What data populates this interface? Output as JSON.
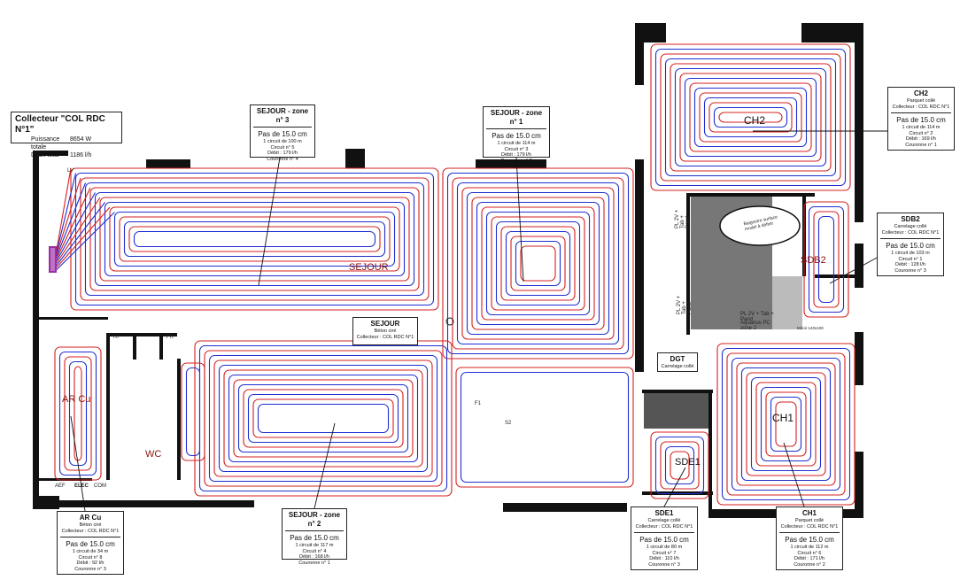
{
  "collector": {
    "title": "Collecteur \"COL RDC N°1\"",
    "power_label": "Puissance totale",
    "power_value": "8654 W",
    "flow_label": "Débit total",
    "flow_value": "1186 l/h"
  },
  "zones": [
    {
      "id": "sejour3",
      "title": "SEJOUR - zone n° 3",
      "pas": "Pas de 15.0 cm",
      "lines": [
        "1 circuit de 100 m",
        "Circuit n° 5",
        "Débit : 179 l/h",
        "Couronne n° 4"
      ]
    },
    {
      "id": "sejour1",
      "title": "SEJOUR - zone n° 1",
      "pas": "Pas de 15.0 cm",
      "lines": [
        "1 circuit de 114 m",
        "Circuit n° 3",
        "Débit : 179 l/h",
        "Couronne n° 2"
      ]
    },
    {
      "id": "sejour2",
      "title": "SEJOUR - zone n° 2",
      "pas": "Pas de 15.0 cm",
      "lines": [
        "1 circuit de 117 m",
        "Circuit n° 4",
        "Débit : 168 l/h",
        "Couronne n° 1"
      ]
    },
    {
      "id": "ch2",
      "title": "CH2",
      "subs": [
        "Parquet collé",
        "Collecteur : COL RDC N°1"
      ],
      "pas": "Pas de 15.0 cm",
      "lines": [
        "1 circuit de 114 m",
        "Circuit n° 2",
        "Débit : 169 l/h",
        "Couronne n° 1"
      ]
    },
    {
      "id": "sdb2",
      "title": "SDB2",
      "subs": [
        "Carrelage collé",
        "Collecteur : COL RDC N°1"
      ],
      "pas": "Pas de 15.0 cm",
      "lines": [
        "1 circuit de 103 m",
        "Circuit n° 1",
        "Débit : 128 l/h",
        "Couronne n° 3"
      ]
    },
    {
      "id": "arcu",
      "title": "AR Cu",
      "subs": [
        "Béton ciré",
        "Collecteur : COL RDC N°1"
      ],
      "pas": "Pas de 15.0 cm",
      "lines": [
        "1 circuit de 34 m",
        "Circuit n° 8",
        "Débit : 92 l/h",
        "Couronne n° 3"
      ]
    },
    {
      "id": "sde1",
      "title": "SDE1",
      "subs": [
        "Carrelage collé",
        "Collecteur : COL RDC N°1"
      ],
      "pas": "Pas de 15.0 cm",
      "lines": [
        "1 circuit de 80 m",
        "Circuit n° 7",
        "Débit : 110 l/h",
        "Couronne n° 3"
      ]
    },
    {
      "id": "ch1",
      "title": "CH1",
      "subs": [
        "Parquet collé",
        "Collecteur : COL RDC N°1"
      ],
      "pas": "Pas de 15.0 cm",
      "lines": [
        "1 circuit de 112 m",
        "Circuit n° 6",
        "Débit : 171 l/h",
        "Couronne n° 2"
      ]
    }
  ],
  "sejour_box": {
    "title": "SEJOUR",
    "subs": [
      "Béton ciré",
      "Collecteur : COL RDC N°1"
    ]
  },
  "dgt_box": {
    "title": "DGT",
    "subs": [
      "Carrelage collé"
    ]
  },
  "room_labels": {
    "sejour": "SEJOUR",
    "ch2": "CH2",
    "sdb2": "SDB2",
    "ar_cu": "AR Cu",
    "wc": "WC",
    "ch1": "CH1",
    "sde1": "SDE1"
  },
  "small_labels": {
    "lv": "LV",
    "rf": "RF",
    "fr": "FR",
    "aef": "AEF",
    "elec": "ELEC",
    "com": "COM",
    "pl2v_1": "PL 2V + Tab + Pand",
    "pl2v_2": "PL 2V + Tab + Pand",
    "pl2v_3": "PL 2V + Tab + Pand",
    "bath": "Baignoire surface model à définir",
    "aquarius": "Aquarius PC zone 2",
    "miroir": "Miroir 140x100",
    "f1": "F1",
    "s2": "S2"
  },
  "colors": {
    "supply": "#d42020",
    "return": "#1f2fd0",
    "wall": "#111111",
    "accent_label": "#8b1010",
    "manifold": "#9a2fa0"
  }
}
